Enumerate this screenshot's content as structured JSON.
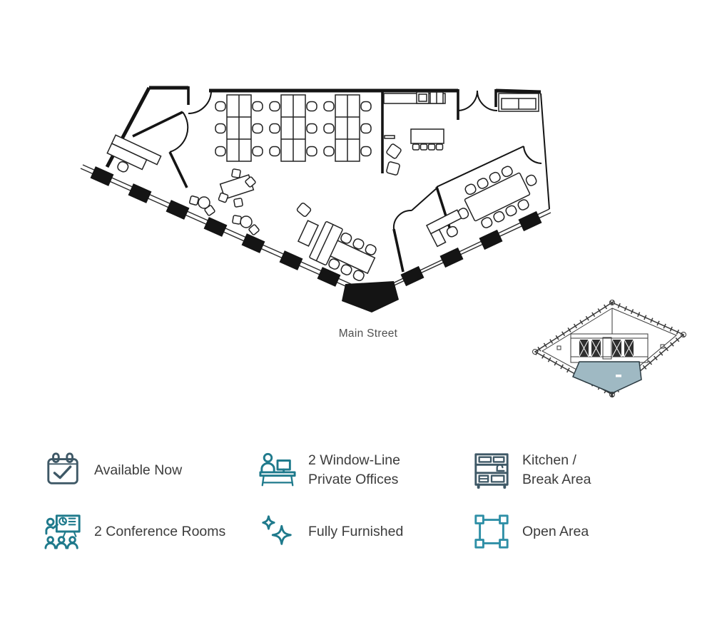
{
  "colors": {
    "accent_teal": "#1f7a8c",
    "accent_slate": "#3e5866",
    "accent_teal_light": "#2e8fa6",
    "suite_highlight": "#9fb9c3",
    "plan_line": "#141414",
    "label_text": "#3c3c3c"
  },
  "floor_plan": {
    "street_label": "Main Street"
  },
  "legend": {
    "items": [
      {
        "icon": "calendar-check-icon",
        "lines": [
          "Available Now",
          ""
        ]
      },
      {
        "icon": "person-at-desk-icon",
        "lines": [
          "2 Window-Line",
          "Private Offices"
        ]
      },
      {
        "icon": "kitchen-cabinet-icon",
        "lines": [
          "Kitchen /",
          "Break Area"
        ]
      },
      {
        "icon": "presentation-meeting-icon",
        "lines": [
          "2 Conference Rooms",
          ""
        ]
      },
      {
        "icon": "sparkles-icon",
        "lines": [
          "Fully Furnished",
          ""
        ]
      },
      {
        "icon": "selection-square-icon",
        "lines": [
          "Open Area",
          ""
        ]
      }
    ]
  }
}
